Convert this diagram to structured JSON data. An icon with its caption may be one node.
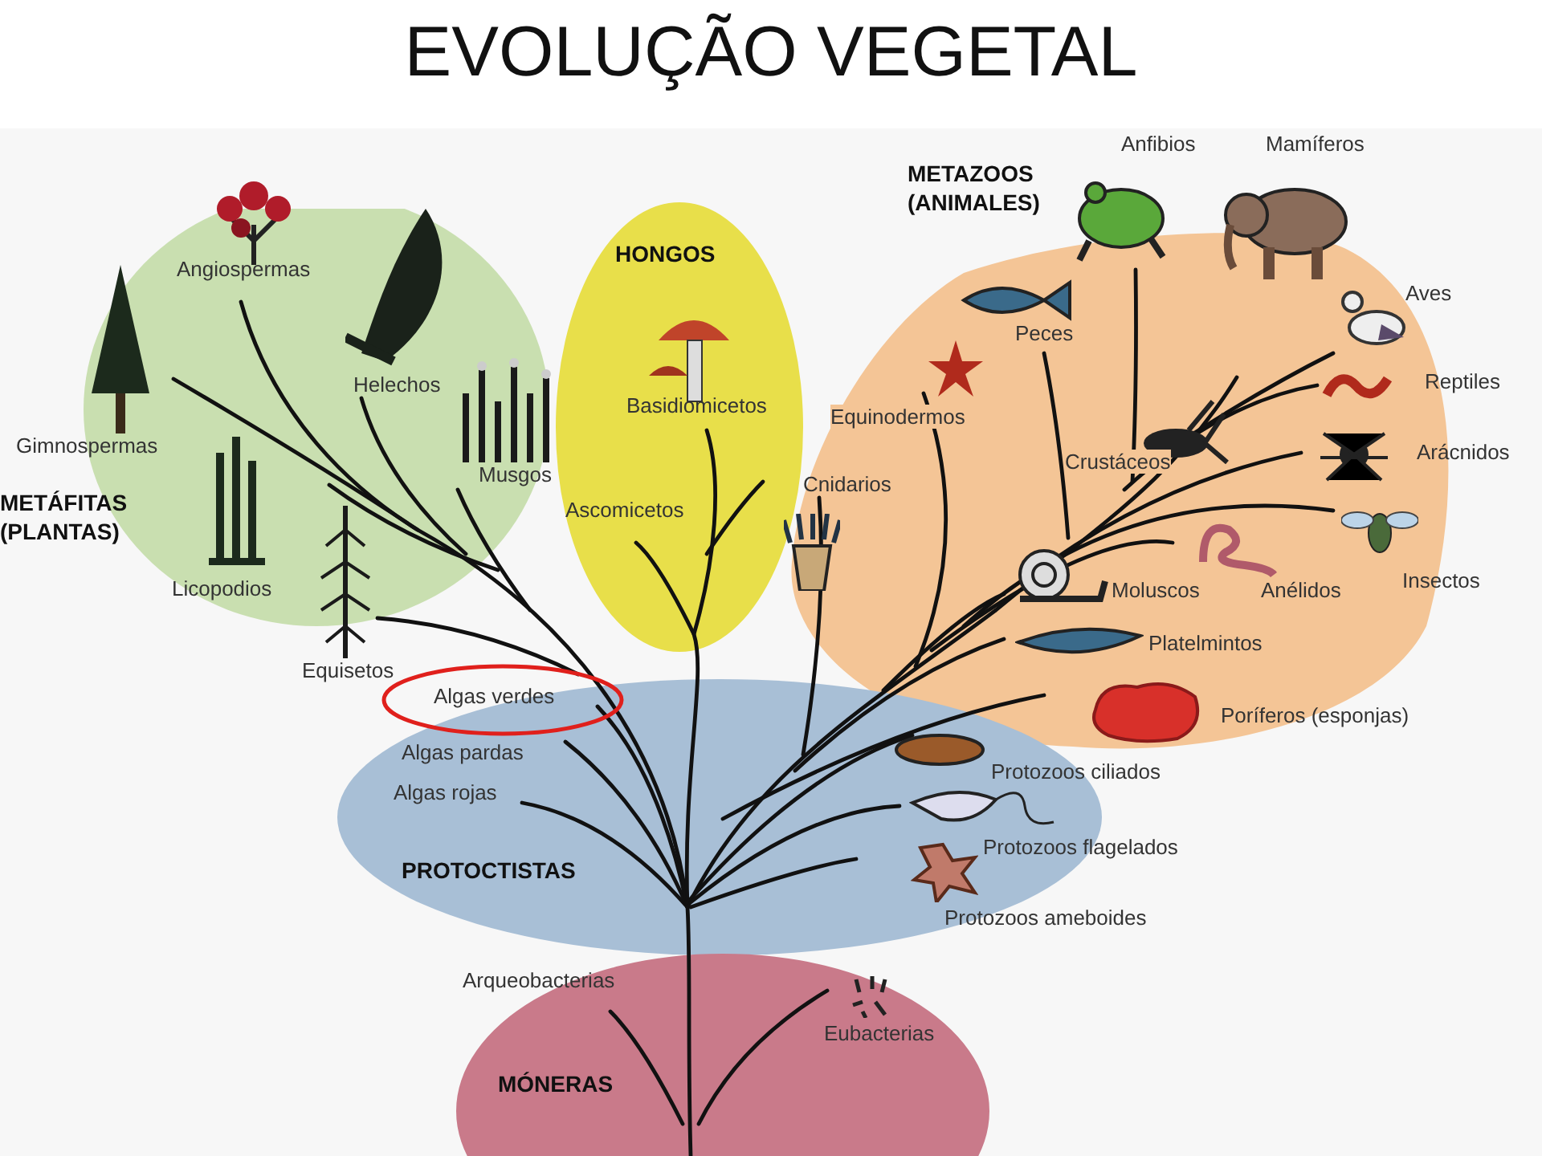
{
  "diagram": {
    "title": "EVOLUÇÃO VEGETAL",
    "nodes": [
      {
        "text": [
          "METÁFITAS (PLANTAS)"
        ]
      },
      {
        "text": [
          "HONGOS"
        ]
      },
      {
        "text": [
          "METAZOOS (ANIMALES)"
        ]
      },
      {
        "text": [
          "PROTOCTISTAS"
        ]
      },
      {
        "text": [
          "MÓNERAS"
        ]
      },
      {
        "text": [
          "Algas verdes"
        ]
      }
    ],
    "labels": [
      "Anfibios",
      "Mamíferos",
      "Angiospermas",
      "Aves",
      "Peces",
      "Helechos",
      "Reptiles",
      "Basidiomicetos",
      "Equinodermos",
      "Gimnospermas",
      "Crustáceos",
      "Arácnidos",
      "Musgos",
      "Cnidarios",
      "Ascomicetos",
      "Licopodios",
      "Insectos",
      "Moluscos",
      "Anélidos",
      "Platelmintos",
      "Equisetos",
      "Poríferos (esponjas)",
      "Algas pardas",
      "Protozoos ciliados",
      "Algas rojas",
      "Protozoos flagelados",
      "Protozoos ameboides",
      "Arqueobacterias",
      "Eubacterias"
    ]
  }
}
